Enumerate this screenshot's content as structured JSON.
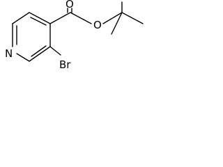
{
  "molecule": {
    "atoms": {
      "nitrogen": "N",
      "bromine": "Br",
      "carbonyl_oxygen": "O",
      "ester_oxygen": "O"
    }
  },
  "colors": {
    "bond": "#000000",
    "label": "#000000",
    "background": "#ffffff"
  }
}
